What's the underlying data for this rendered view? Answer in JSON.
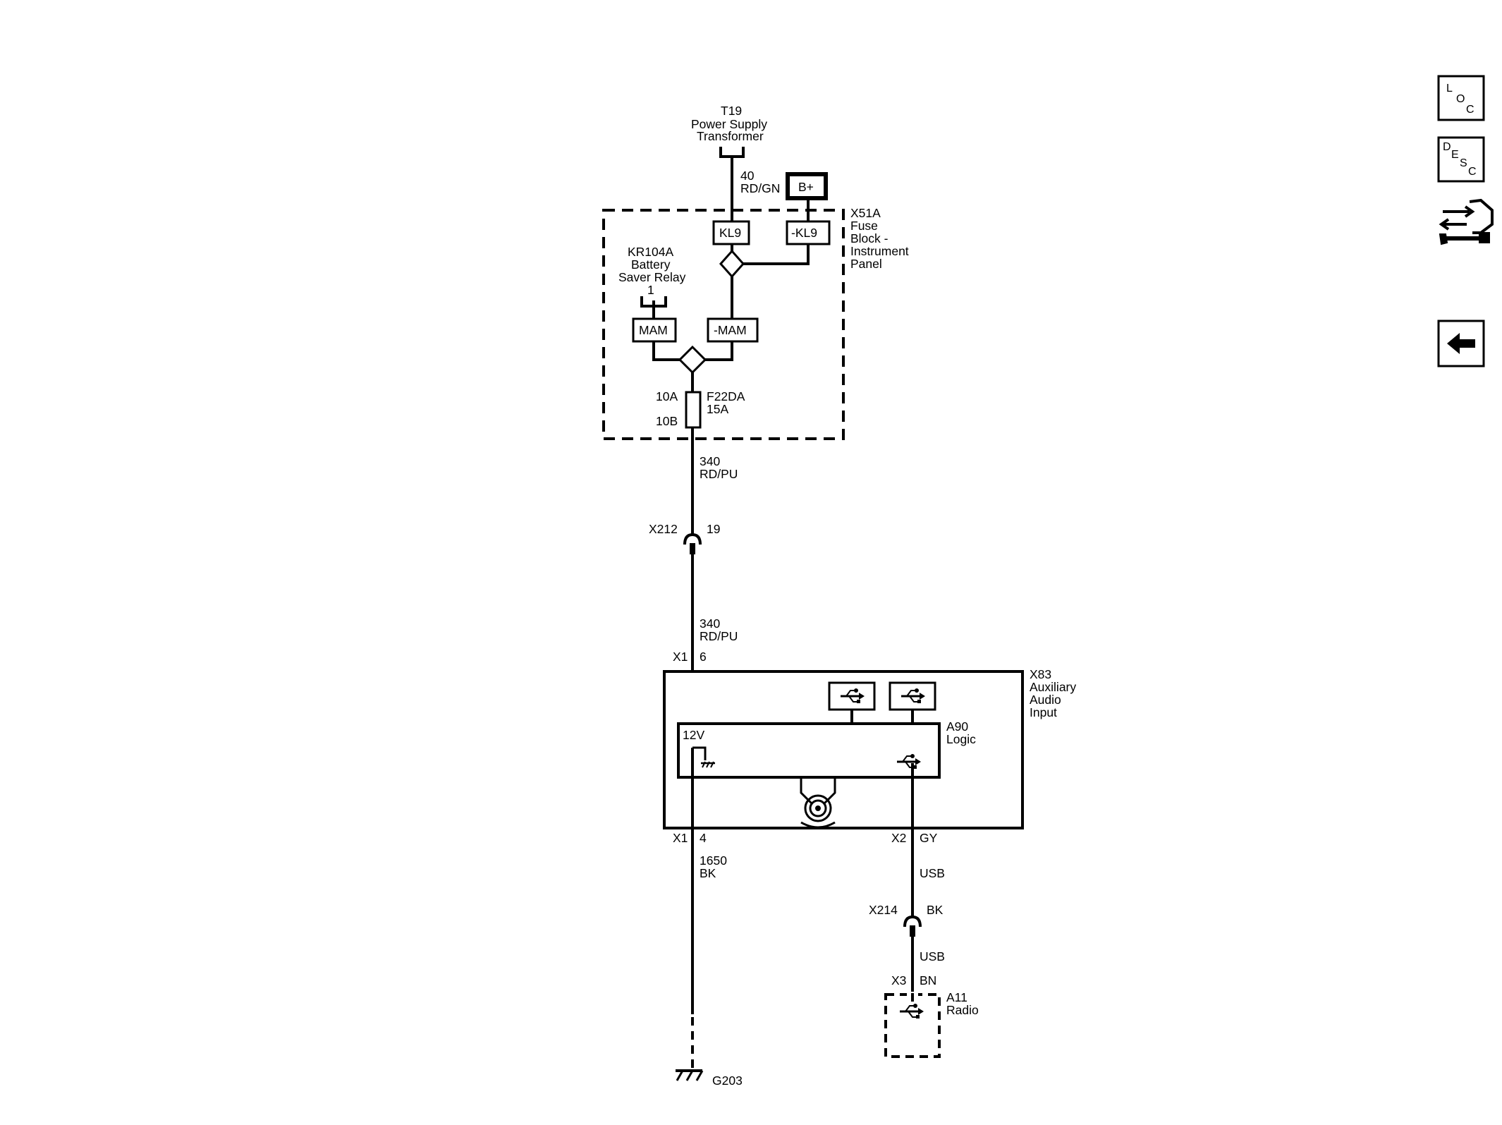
{
  "nav": {
    "loc": {
      "l": "L",
      "o": "O",
      "c": "C"
    },
    "desc": {
      "d": "D",
      "e": "E",
      "s": "S",
      "c": "C"
    }
  },
  "t19": {
    "id": "T19",
    "line1": "Power Supply",
    "line2": "Transformer"
  },
  "wire_40": {
    "num": "40",
    "color": "RD/GN"
  },
  "bplus": "B+",
  "x51a": {
    "id": "X51A",
    "line1": "Fuse",
    "line2": "Block -",
    "line3": "Instrument",
    "line4": "Panel"
  },
  "kl9": "KL9",
  "kl9_neg": "-KL9",
  "kr104a": {
    "id": "KR104A",
    "line1": "Battery",
    "line2": "Saver Relay",
    "pin": "1"
  },
  "mam": "MAM",
  "mam_neg": "-MAM",
  "fuse": {
    "pin_a": "10A",
    "pin_b": "10B",
    "id": "F22DA",
    "rating": "15A"
  },
  "wire_340_a": {
    "num": "340",
    "color": "RD/PU"
  },
  "x212": {
    "id": "X212",
    "pin": "19"
  },
  "wire_340_b": {
    "num": "340",
    "color": "RD/PU"
  },
  "x1_top": {
    "conn": "X1",
    "pin": "6"
  },
  "x83": {
    "id": "X83",
    "line1": "Auxiliary",
    "line2": "Audio",
    "line3": "Input"
  },
  "a90": {
    "id": "A90",
    "line1": "Logic",
    "v12": "12V"
  },
  "x1_bot": {
    "conn": "X1",
    "pin": "4"
  },
  "x2": {
    "conn": "X2",
    "pin": "GY"
  },
  "wire_1650": {
    "num": "1650",
    "color": "BK"
  },
  "wire_usb_a": "USB",
  "x214": {
    "id": "X214",
    "pin": "BK"
  },
  "wire_usb_b": "USB",
  "x3": {
    "conn": "X3",
    "pin": "BN"
  },
  "a11": {
    "id": "A11",
    "line1": "Radio"
  },
  "g203": "G203"
}
